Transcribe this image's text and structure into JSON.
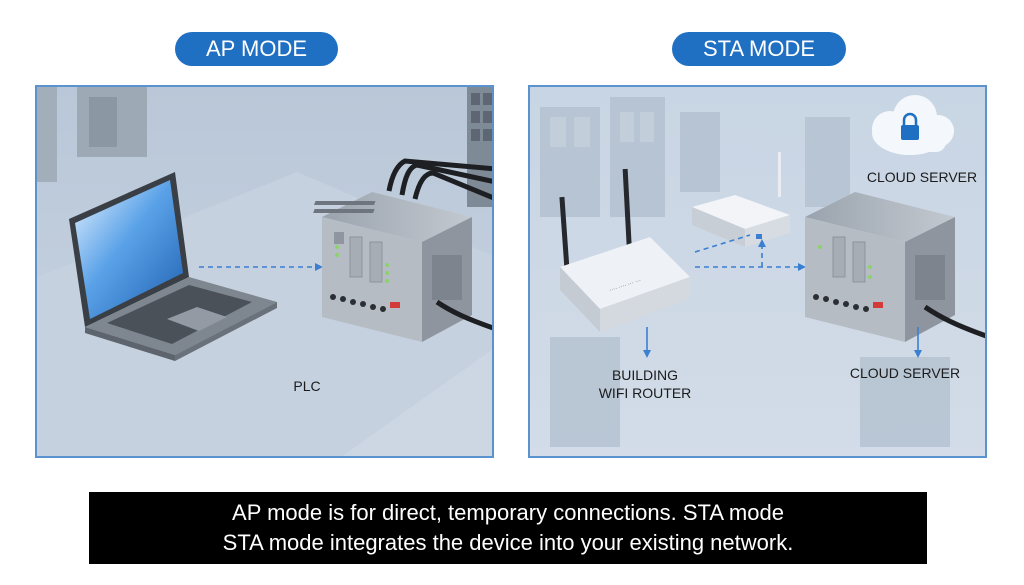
{
  "ap_panel": {
    "title": "AP MODE",
    "plc_label": "PLC"
  },
  "sta_panel": {
    "title": "STA MODE",
    "cloud_label_top": "CLOUD SERVER",
    "router_label_line1": "BUILDING",
    "router_label_line2": "WIFI ROUTER",
    "cloud_label_bottom": "CLOUD SERVER"
  },
  "caption": {
    "line1": "AP mode is for direct, temporary connections. STA mode",
    "line2": "STA mode integrates the device into your existing network."
  },
  "icons": [
    "laptop-icon",
    "plc-device-icon",
    "wifi-router-icon",
    "cloud-lock-icon"
  ],
  "colors": {
    "accent": "#1f6fc2",
    "panel_border": "#5b93cf",
    "arrow": "#3a7fd0",
    "caption_bg": "#000000"
  }
}
